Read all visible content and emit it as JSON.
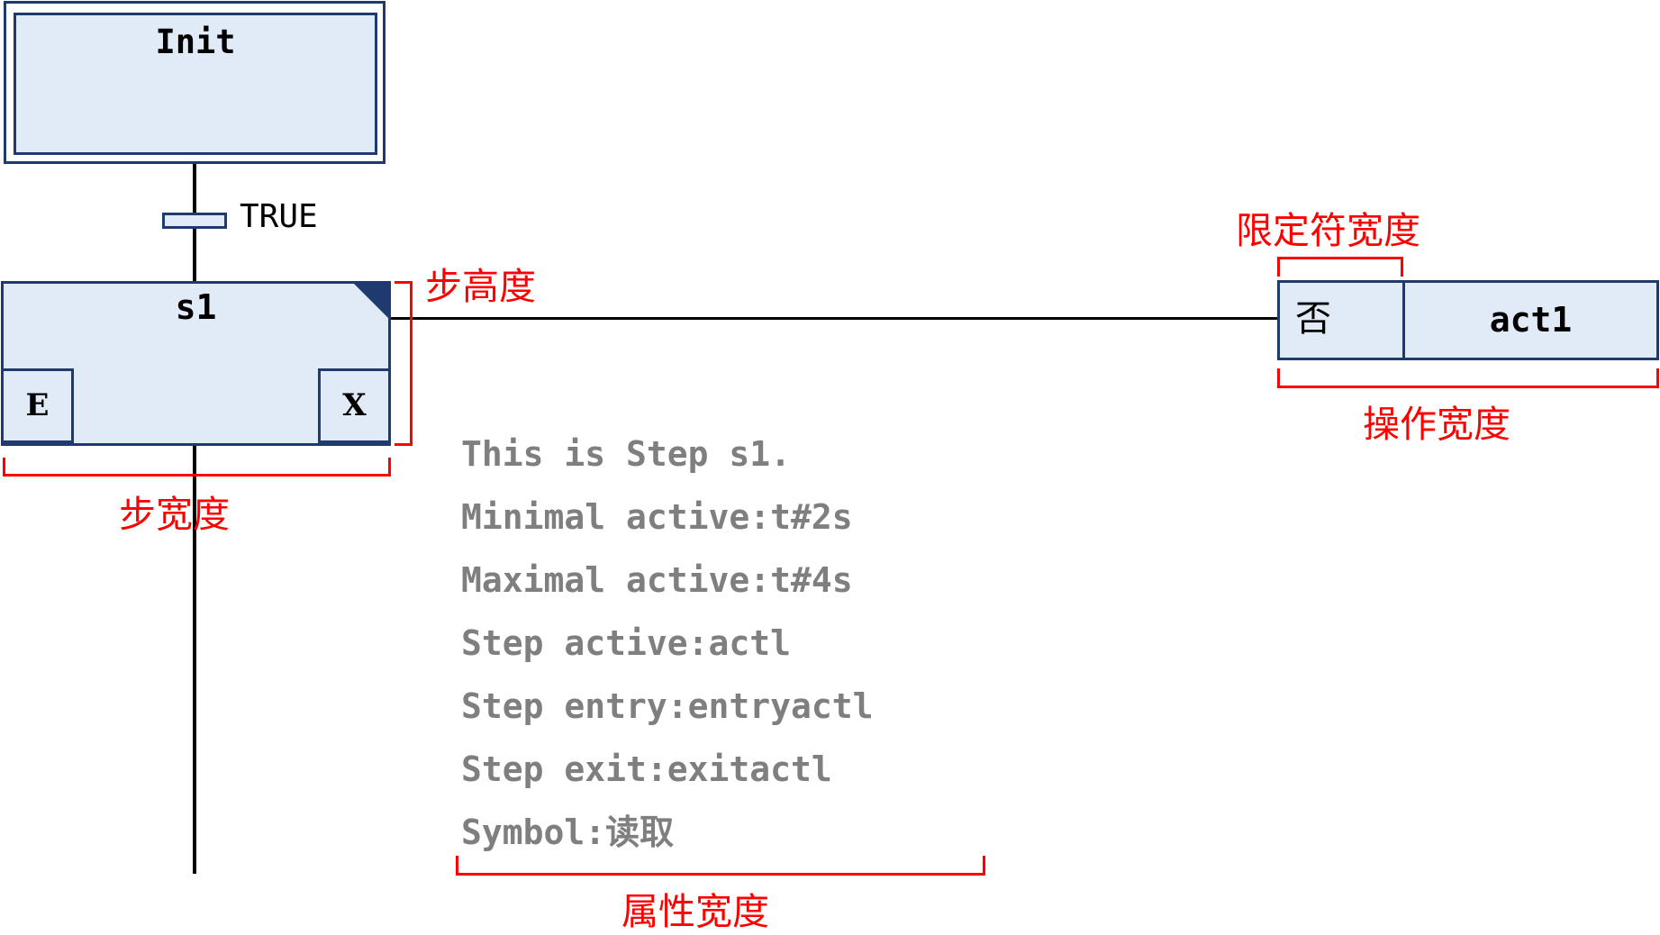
{
  "init_step": {
    "name": "Init"
  },
  "transition": {
    "condition": "TRUE"
  },
  "step": {
    "name": "s1",
    "entry_marker": "E",
    "exit_marker": "X"
  },
  "action": {
    "qualifier": "否",
    "name": "act1"
  },
  "properties": [
    "This is Step s1.",
    "Minimal active:t#2s",
    "Maximal active:t#4s",
    "Step active:actl",
    "Step entry:entryactl",
    "Step exit:exitactl",
    "Symbol:读取"
  ],
  "annotations": {
    "step_height": "步高度",
    "step_width": "步宽度",
    "qualifier_width": "限定符宽度",
    "action_width": "操作宽度",
    "property_width": "属性宽度"
  },
  "colors": {
    "element_fill": "#e1eaf7",
    "element_border": "#1f3a6e",
    "annotation": "#ff0000",
    "property_text": "#7f7f7f"
  }
}
